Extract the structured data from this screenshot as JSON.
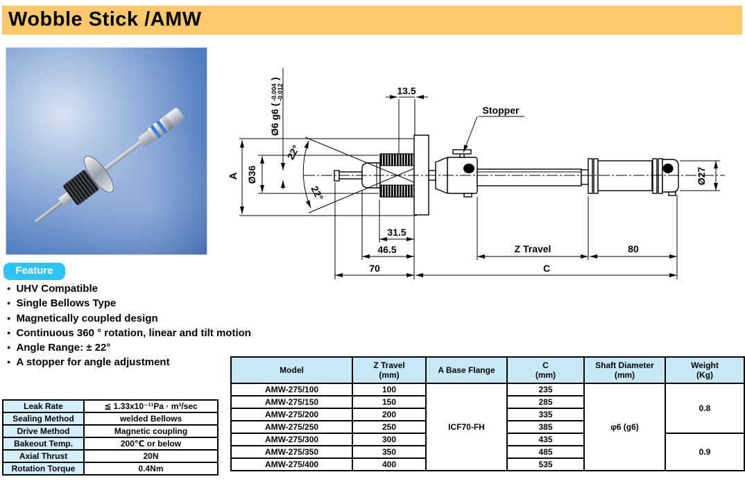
{
  "header": {
    "title": "Wobble Stick /AMW"
  },
  "feature": {
    "badge": "Feature",
    "items": [
      "UHV Compatible",
      "Single Bellows Type",
      "Magnetically coupled design",
      "Continuous 360 ° rotation, linear and tilt motion",
      "Angle Range: ± 22°",
      "A stopper for angle adjustment"
    ]
  },
  "spec_table": {
    "rows": [
      {
        "label": "Leak Rate",
        "value": "≦ 1.33x10⁻¹¹Pa · m³/sec"
      },
      {
        "label": "Sealing Method",
        "value": "welded Bellows"
      },
      {
        "label": "Drive Method",
        "value": "Magnetic coupling"
      },
      {
        "label": "Bakeout Temp.",
        "value": "200℃ or below"
      },
      {
        "label": "Axial Thrust",
        "value": "20N"
      },
      {
        "label": "Rotation Torque",
        "value": "0.4Nm"
      }
    ]
  },
  "main_table": {
    "columns": [
      {
        "label": "Model",
        "unit": ""
      },
      {
        "label": "Z Travel",
        "unit": "(mm)"
      },
      {
        "label": "A Base Flange",
        "unit": ""
      },
      {
        "label": "C",
        "unit": "(mm)"
      },
      {
        "label": "Shaft Diameter",
        "unit": "(mm)"
      },
      {
        "label": "Weight",
        "unit": "(Kg)"
      }
    ],
    "a_base_flange": "ICF70-FH",
    "shaft_diameter": "φ6 (g6)",
    "weight_top": "0.8",
    "weight_bottom": "0.9",
    "rows": [
      {
        "model": "AMW-275/100",
        "z_travel": "100",
        "c": "235"
      },
      {
        "model": "AMW-275/150",
        "z_travel": "150",
        "c": "285"
      },
      {
        "model": "AMW-275/200",
        "z_travel": "200",
        "c": "335"
      },
      {
        "model": "AMW-275/250",
        "z_travel": "250",
        "c": "385"
      },
      {
        "model": "AMW-275/300",
        "z_travel": "300",
        "c": "435"
      },
      {
        "model": "AMW-275/350",
        "z_travel": "350",
        "c": "485"
      },
      {
        "model": "AMW-275/400",
        "z_travel": "400",
        "c": "535"
      }
    ]
  },
  "drawing": {
    "a_label": "A",
    "d36": "Ø36",
    "shaft_prefix": "Ø6 g6 (",
    "tol_upper": "-0.004",
    "tol_lower": "-0.012",
    "shaft_suffix": ")",
    "angle_upper": "22°",
    "angle_lower": "22°",
    "w135": "13.5",
    "stopper": "Stopper",
    "d27": "Ø27",
    "w315": "31.5",
    "w465": "46.5",
    "w70": "70",
    "z_travel": "Z Travel",
    "w80": "80",
    "c_label": "C"
  }
}
